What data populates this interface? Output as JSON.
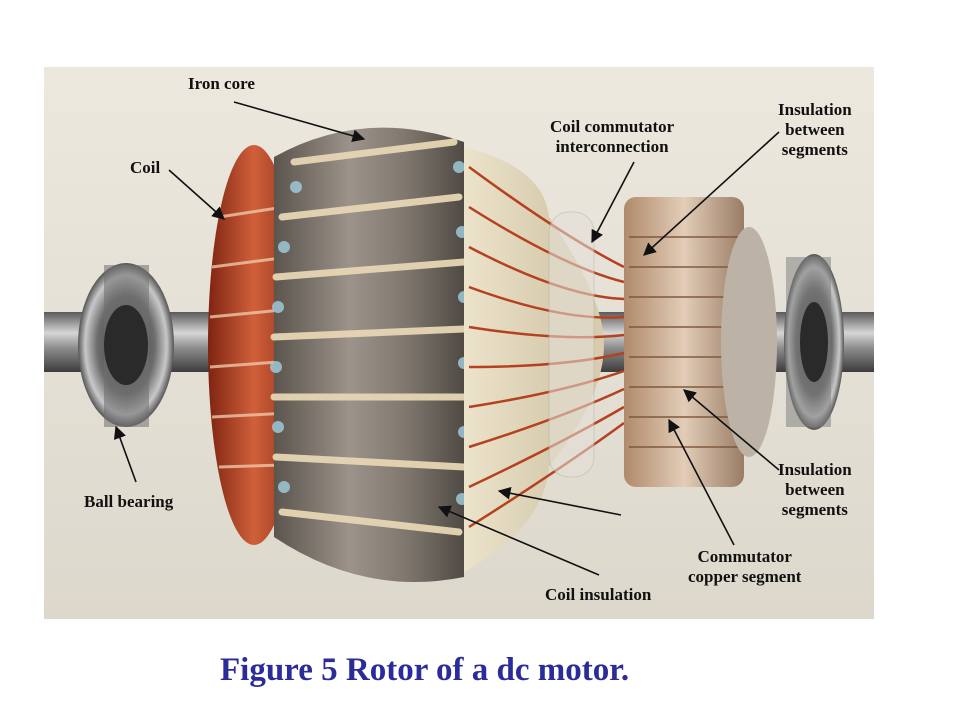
{
  "labels": {
    "iron_core": "Iron core",
    "coil": "Coil",
    "coil_commutator_line1": "Coil commutator",
    "coil_commutator_line2": "interconnection",
    "insulation_top_line1": "Insulation",
    "insulation_top_line2": "between",
    "insulation_top_line3": "segments",
    "ball_bearing": "Ball bearing",
    "coil_insulation": "Coil insulation",
    "insulation_bottom_line1": "Insulation",
    "insulation_bottom_line2": "between",
    "insulation_bottom_line3": "segments",
    "commutator_line1": "Commutator",
    "commutator_line2": "copper segment"
  },
  "caption": "Figure 5 Rotor of a dc motor.",
  "colors": {
    "caption": "#2b2b9a",
    "copper": "#b5411f",
    "steel": "#8a8176",
    "background": "#e8e4da"
  }
}
